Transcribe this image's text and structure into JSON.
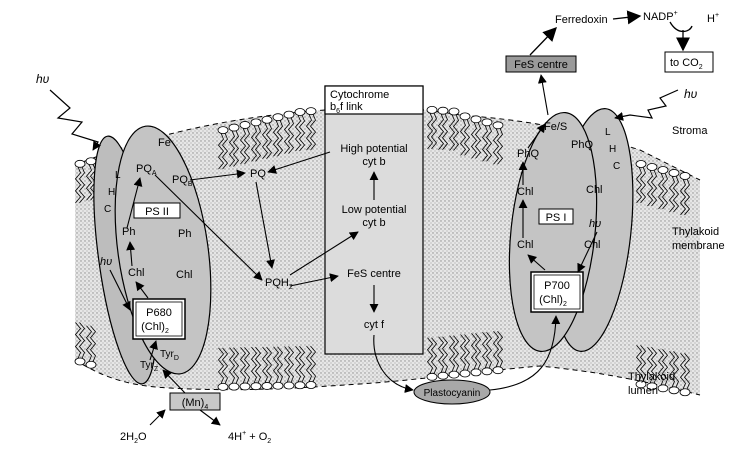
{
  "light": {
    "left": "hυ",
    "right": "hυ"
  },
  "top_chain": {
    "ferredoxin": "Ferredoxin",
    "nadp": "NADP",
    "nadp_sup": "+",
    "proton": "H",
    "proton_sup": "+",
    "to_co2": "to CO",
    "to_co2_sub": "2",
    "fes_centre_box": "FeS centre"
  },
  "regions": {
    "stroma": "Stroma",
    "membrane_line1": "Thylakoid",
    "membrane_line2": "membrane",
    "lumen_line1": "Thylakoid",
    "lumen_line2": "lumen"
  },
  "ps2": {
    "label": "PS II",
    "fe": "Fe",
    "pqa": "PQ",
    "pqa_sub": "A",
    "pqb": "PQ",
    "pqb_sub": "B",
    "lhc_l": "L",
    "lhc_h": "H",
    "lhc_c": "C",
    "ph_left": "Ph",
    "ph_right": "Ph",
    "chl_left": "Chl",
    "chl_right": "Chl",
    "hv_inner": "hυ",
    "p680_line1": "P680",
    "p680_line2": "(Chl)",
    "p680_sub": "2",
    "tyrz": "Tyr",
    "tyrz_sub": "Z",
    "tyrd": "Tyr",
    "tyrd_sub": "D",
    "mn": "(Mn)",
    "mn_sub": "4",
    "water": "2H",
    "water_sub": "2",
    "water_end": "O",
    "products_a": "4H",
    "products_sup": "+",
    "products_b": " + O",
    "products_sub": "2"
  },
  "pq_pool": {
    "pq": "PQ",
    "pqh2": "PQH",
    "pqh2_sub": "2"
  },
  "cytb6f": {
    "title_line1": "Cytochrome",
    "title_line2_a": "b",
    "title_line2_sub": "6",
    "title_line2_b": "f link",
    "high_line1": "High potential",
    "high_line2": "cyt b",
    "low_line1": "Low potential",
    "low_line2": "cyt b",
    "fes": "FeS centre",
    "cytf": "cyt f"
  },
  "plastocyanin": "Plastocyanin",
  "ps1": {
    "label": "PS I",
    "fes": "Fe/S",
    "phq_left": "PhQ",
    "phq_right": "PhQ",
    "chl_up": "Chl",
    "chl_right_up": "Chl",
    "chl_low": "Chl",
    "chl_right_low": "Chl",
    "hv_inner": "hυ",
    "lhc_l": "L",
    "lhc_h": "H",
    "lhc_c": "C",
    "p700_line1": "P700",
    "p700_line2": "(Chl)",
    "p700_sub": "2"
  }
}
